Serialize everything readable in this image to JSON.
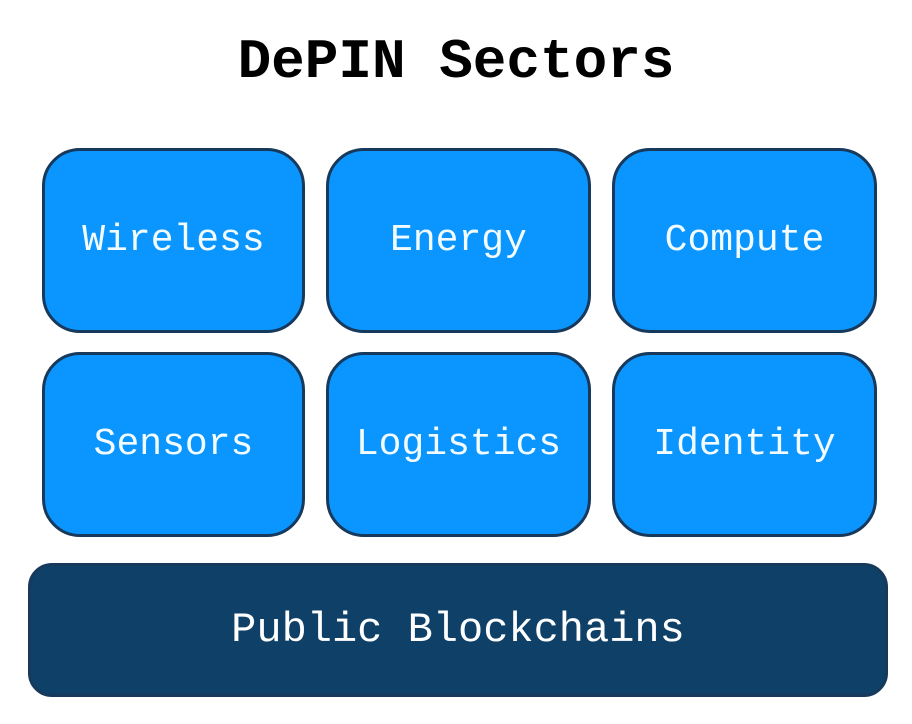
{
  "title": "DePIN Sectors",
  "sectors": [
    {
      "label": "Wireless"
    },
    {
      "label": "Energy"
    },
    {
      "label": "Compute"
    },
    {
      "label": "Sensors"
    },
    {
      "label": "Logistics"
    },
    {
      "label": "Identity"
    }
  ],
  "base": {
    "label": "Public Blockchains"
  },
  "colors": {
    "background": "#ffffff",
    "sector_fill": "#0b96ff",
    "sector_border": "#16395c",
    "sector_text": "#f2fbff",
    "base_fill": "#0f4067",
    "base_border": "#16395c",
    "base_text": "#ffffff",
    "title_text": "#000000"
  }
}
